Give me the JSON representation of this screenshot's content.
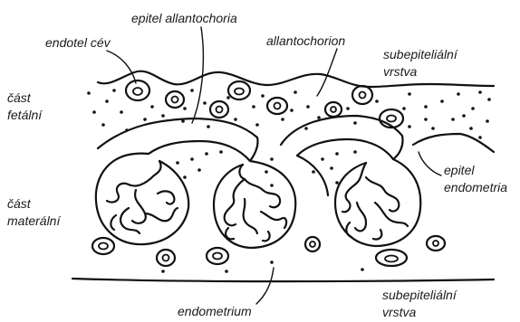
{
  "labels": {
    "endotel_cev": "endotel cév",
    "epitel_allantochoria": "epitel allantochoria",
    "allantochorion": "allantochorion",
    "subepitelialni_top_1": "subepiteliální",
    "subepitelialni_top_2": "vrstva",
    "cast_fetalni_1": "část",
    "cast_fetalni_2": "fetální",
    "epitel_endometria_1": "epitel",
    "epitel_endometria_2": "endometria",
    "cast_maternalni_1": "část",
    "cast_maternalni_2": "materální",
    "subepitelialni_bottom_1": "subepiteliální",
    "subepitelialni_bottom_2": "vrstva",
    "endometrium": "endometrium"
  }
}
